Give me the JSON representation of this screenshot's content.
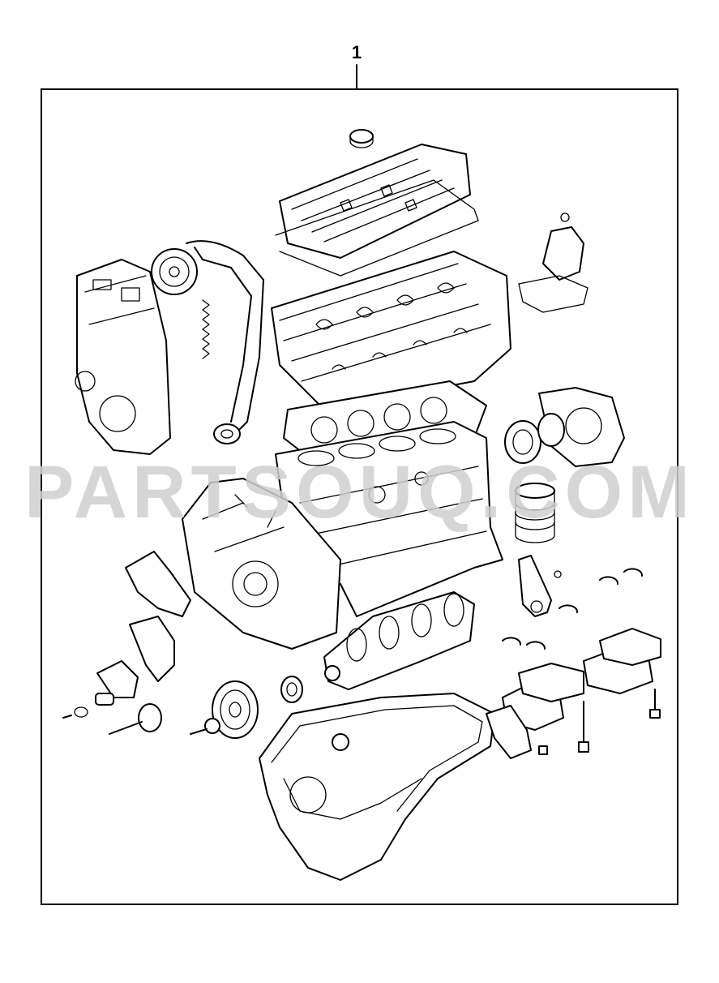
{
  "diagram": {
    "callout_number": "1",
    "watermark": "PARTSOUQ.COM"
  },
  "colors": {
    "line": "#000000",
    "background": "#ffffff",
    "watermark": "#cfcfcf"
  },
  "icons": [
    "engine-assembly-drawing"
  ]
}
